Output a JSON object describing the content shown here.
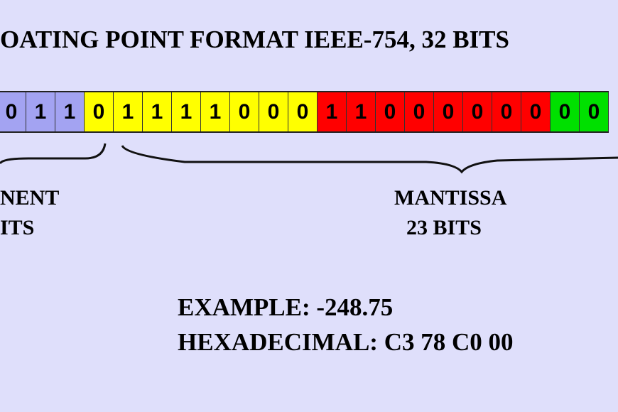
{
  "title": "OATING POINT FORMAT IEEE-754, 32 BITS",
  "colors": {
    "background": "#dfdffb",
    "exponent_tail": "#a3a3f2",
    "exponent": "#ffff00",
    "mantissa_high": "#ff0000",
    "mantissa_low": "#00e000"
  },
  "bits": [
    {
      "v": "0",
      "group": "exponent_tail"
    },
    {
      "v": "1",
      "group": "exponent_tail"
    },
    {
      "v": "1",
      "group": "exponent_tail"
    },
    {
      "v": "0",
      "group": "exponent"
    },
    {
      "v": "1",
      "group": "exponent"
    },
    {
      "v": "1",
      "group": "exponent"
    },
    {
      "v": "1",
      "group": "exponent"
    },
    {
      "v": "1",
      "group": "exponent"
    },
    {
      "v": "0",
      "group": "exponent"
    },
    {
      "v": "0",
      "group": "exponent"
    },
    {
      "v": "0",
      "group": "exponent"
    },
    {
      "v": "1",
      "group": "mantissa_high"
    },
    {
      "v": "1",
      "group": "mantissa_high"
    },
    {
      "v": "0",
      "group": "mantissa_high"
    },
    {
      "v": "0",
      "group": "mantissa_high"
    },
    {
      "v": "0",
      "group": "mantissa_high"
    },
    {
      "v": "0",
      "group": "mantissa_high"
    },
    {
      "v": "0",
      "group": "mantissa_high"
    },
    {
      "v": "0",
      "group": "mantissa_high"
    },
    {
      "v": "0",
      "group": "mantissa_low"
    },
    {
      "v": "0",
      "group": "mantissa_low"
    }
  ],
  "exponent_label": {
    "line1": "NENT",
    "line2": "ITS"
  },
  "mantissa_label": {
    "line1": "MANTISSA",
    "line2": "23 BITS"
  },
  "example": "EXAMPLE: -248.75",
  "hexadecimal": "HEXADECIMAL: C3 78 C0 00"
}
